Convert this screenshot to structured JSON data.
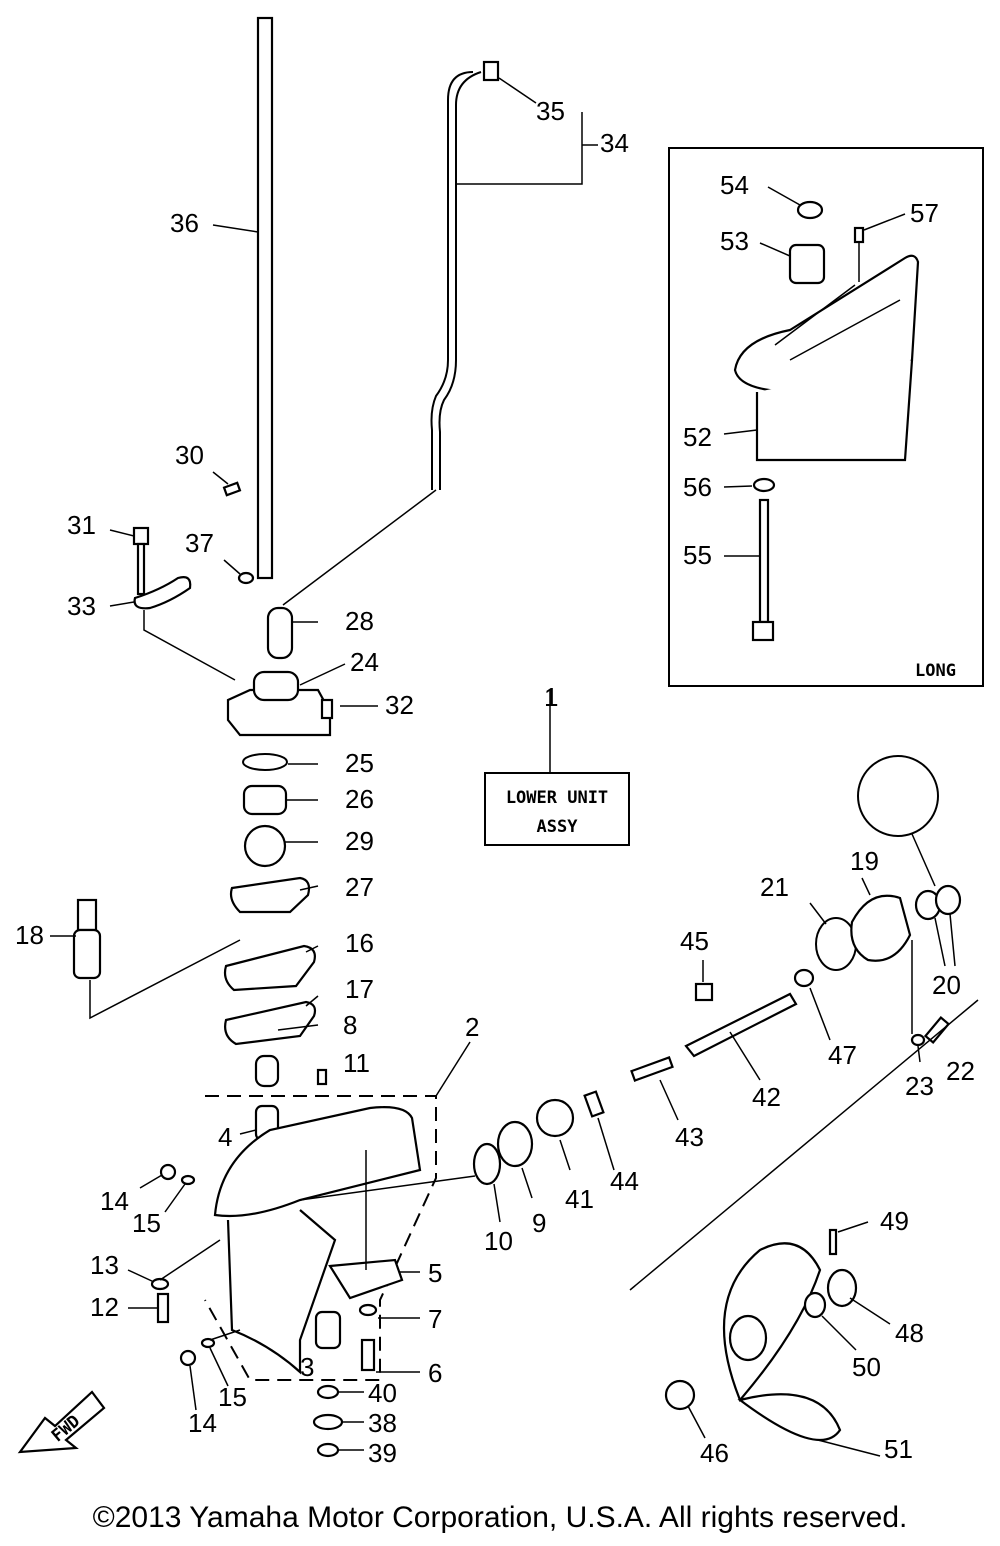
{
  "callouts": [
    "1",
    "2",
    "3",
    "4",
    "5",
    "6",
    "7",
    "8",
    "9",
    "10",
    "11",
    "12",
    "13",
    "14",
    "15",
    "16",
    "17",
    "18",
    "19",
    "20",
    "21",
    "22",
    "23",
    "24",
    "25",
    "26",
    "27",
    "28",
    "29",
    "30",
    "31",
    "32",
    "33",
    "34",
    "35",
    "36",
    "37",
    "38",
    "39",
    "40",
    "41",
    "42",
    "43",
    "44",
    "45",
    "46",
    "47",
    "48",
    "49",
    "50",
    "51",
    "52",
    "53",
    "54",
    "55",
    "56",
    "57"
  ],
  "extra_callouts": {
    "14b": "14",
    "15b": "15"
  },
  "assy_box": {
    "line1": "LOWER UNIT",
    "line2": "ASSY"
  },
  "inset": {
    "label": "LONG"
  },
  "fwd_arrow": {
    "label": "FWD"
  },
  "copyright": "©2013 Yamaha Motor Corporation, U.S.A. All rights reserved."
}
